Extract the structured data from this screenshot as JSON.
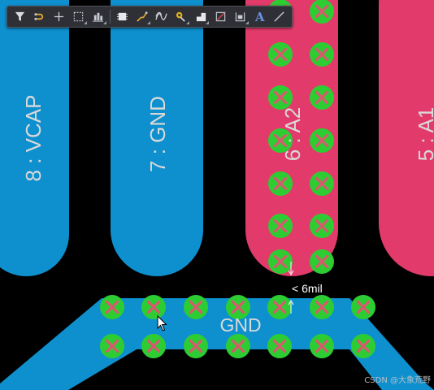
{
  "toolbar": {
    "items": [
      {
        "name": "filter-icon"
      },
      {
        "name": "route-select-icon"
      },
      {
        "name": "crosshair-icon"
      },
      {
        "name": "select-rectangle-icon"
      },
      {
        "name": "align-icon"
      },
      {
        "name": "component-icon"
      },
      {
        "name": "interactive-route-icon"
      },
      {
        "name": "differential-pair-icon"
      },
      {
        "name": "via-icon"
      },
      {
        "name": "fill-icon"
      },
      {
        "name": "polygon-icon"
      },
      {
        "name": "keepout-icon"
      },
      {
        "name": "string-icon"
      },
      {
        "name": "line-icon"
      }
    ],
    "text_tool_glyph": "A"
  },
  "pads": [
    {
      "label": "8 : VCAP"
    },
    {
      "label": "7 : GND"
    },
    {
      "label": "6 : A2"
    },
    {
      "label": "5 : A1"
    }
  ],
  "gnd_pour": {
    "label": "GND"
  },
  "dimension": {
    "label": "< 6mil"
  },
  "watermark": "CSDN @大象荒野",
  "colors": {
    "background": "#000000",
    "gnd_copper": "#0e90cf",
    "signal_pad": "#e23b6b",
    "via_fill": "#2ecc33",
    "via_x": "#d85a6e",
    "pad_label": "#d9d9d9"
  }
}
